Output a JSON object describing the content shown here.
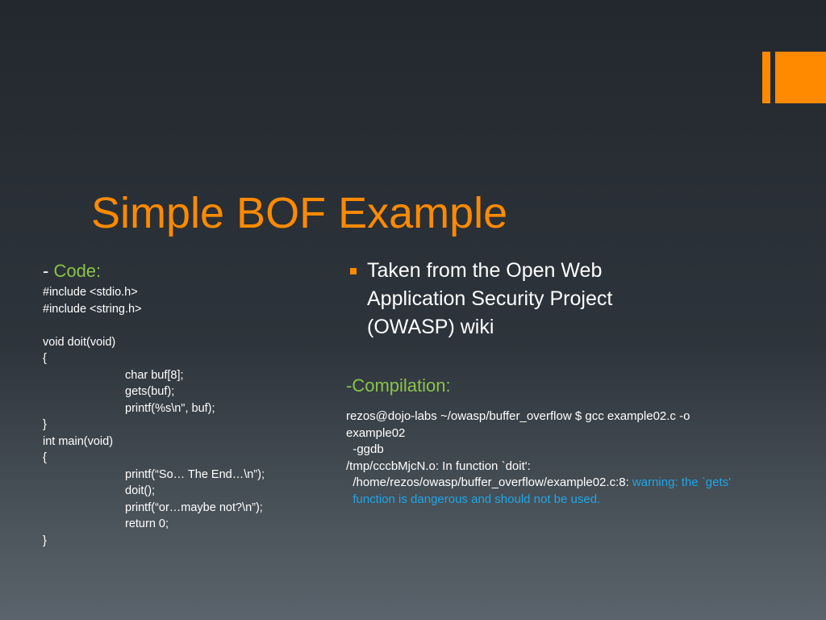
{
  "slide": {
    "title": "Simple BOF Example",
    "accent_color": "#ff8a00",
    "highlight_color": "#8bc34a",
    "warning_color": "#1ea7e8"
  },
  "left": {
    "dash": "- ",
    "heading": "Code:",
    "code_lines": [
      {
        "text": "#include <stdio.h>",
        "indent": false
      },
      {
        "text": "#include <string.h>",
        "indent": false
      },
      {
        "text": "",
        "indent": false
      },
      {
        "text": "void doit(void)",
        "indent": false
      },
      {
        "text": "{",
        "indent": false
      },
      {
        "text": "char buf[8];",
        "indent": true
      },
      {
        "text": "gets(buf);",
        "indent": true
      },
      {
        "text": "printf(%s\\n\", buf);",
        "indent": true
      },
      {
        "text": "}",
        "indent": false
      },
      {
        "text": "int main(void)",
        "indent": false
      },
      {
        "text": "{",
        "indent": false
      },
      {
        "text": "printf(“So… The End…\\n”);",
        "indent": true
      },
      {
        "text": "doit();",
        "indent": true
      },
      {
        "text": "printf(“or…maybe not?\\n”);",
        "indent": true
      },
      {
        "text": "return 0;",
        "indent": true
      },
      {
        "text": "}",
        "indent": false
      }
    ]
  },
  "right": {
    "bullet_text": "Taken from the Open Web Application Security Project (OWASP) wiki",
    "compilation_heading": "-Compilation:",
    "log_line_1": "rezos@dojo-labs ~/owasp/buffer_overflow $ gcc example02.c -o",
    "log_line_2": "example02",
    "log_line_3": "  -ggdb",
    "log_line_4": "/tmp/cccbMjcN.o: In function `doit':",
    "log_line_5_prefix": "  /home/rezos/owasp/buffer_overflow/example02.c:8: ",
    "log_line_5_warning": "warning: the `gets'",
    "log_line_6_warning": "  function is dangerous and should not be used."
  }
}
